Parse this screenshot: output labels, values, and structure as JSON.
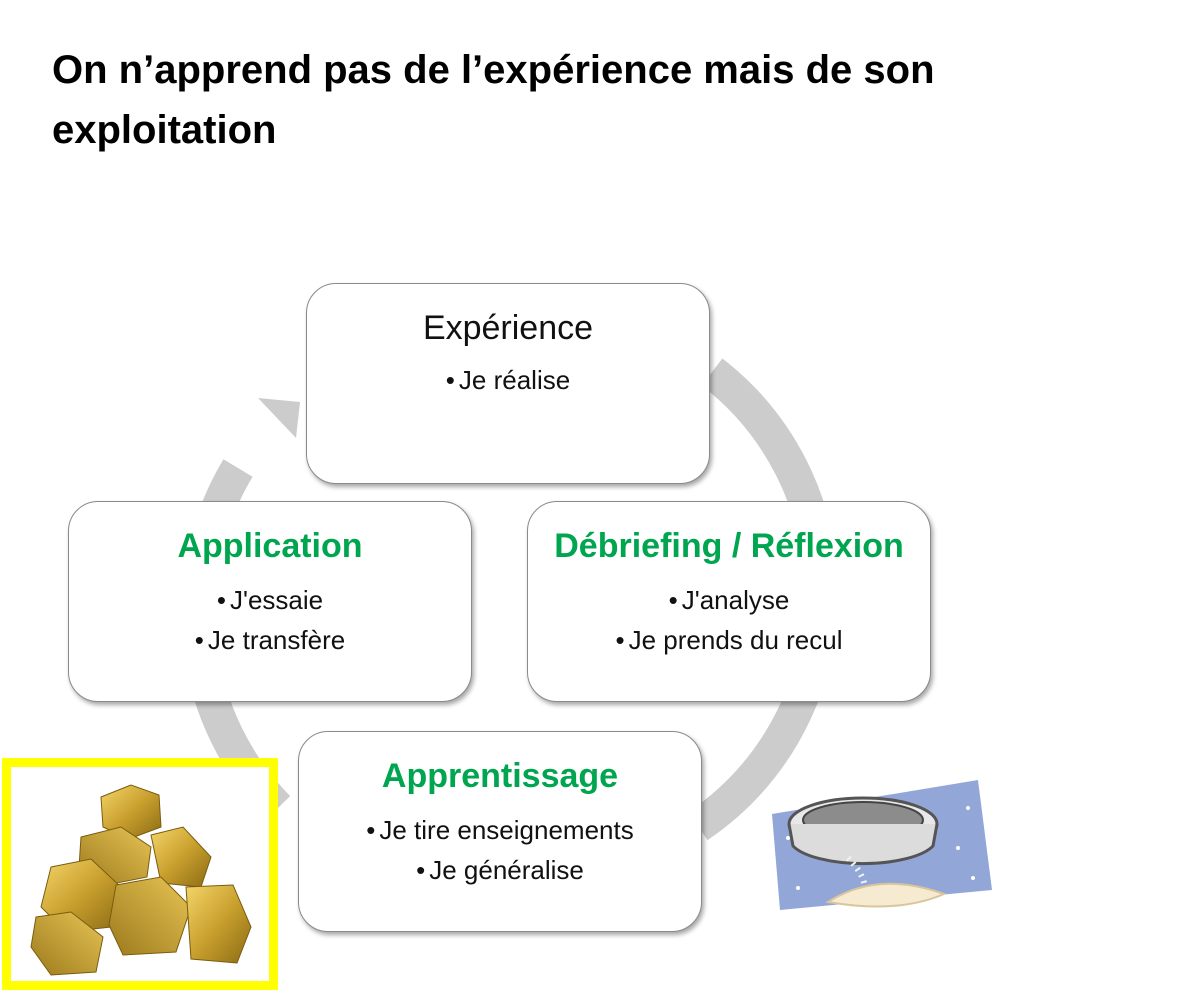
{
  "title": "On n’apprend pas de l’expérience mais de son exploitation",
  "colors": {
    "accent_green": "#00a550",
    "cycle_arrow": "#cccccc",
    "frame_yellow": "#ffff00"
  },
  "stages": {
    "experience": {
      "title": "Expérience",
      "bullets": [
        "Je réalise"
      ]
    },
    "debriefing": {
      "title": "Débriefing / Réflexion",
      "bullets": [
        "J'analyse",
        "Je prends du recul"
      ]
    },
    "apprentissage": {
      "title": "Apprentissage",
      "bullets": [
        "Je tire enseignements",
        "Je généralise"
      ]
    },
    "application": {
      "title": "Application",
      "bullets": [
        "J'essaie",
        "Je transfère"
      ]
    }
  },
  "images": {
    "gold": "gold-nuggets-image",
    "sieve": "sieve-flour-image"
  }
}
